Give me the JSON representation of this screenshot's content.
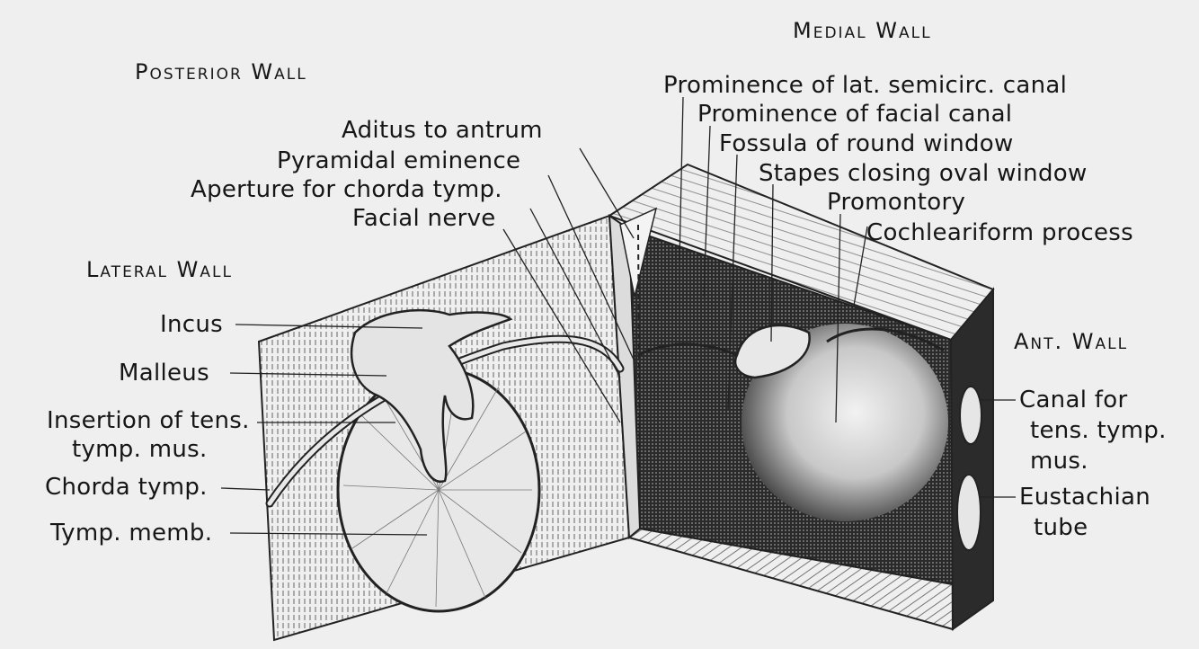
{
  "walls": {
    "posterior": "Posterior Wall",
    "medial": "Medial Wall",
    "lateral": "Lateral Wall",
    "anterior": "Ant. Wall"
  },
  "labels": {
    "aditus": "Aditus to antrum",
    "pyramidal": "Pyramidal eminence",
    "aperture": "Aperture for chorda tymp.",
    "facial_nerve": "Facial nerve",
    "prom_semicirc": "Prominence of lat. semicirc. canal",
    "prom_facial": "Prominence of facial canal",
    "fossula": "Fossula of round window",
    "stapes": "Stapes closing oval window",
    "promontory": "Promontory",
    "cochleariform": "Cochleariform process",
    "incus": "Incus",
    "malleus": "Malleus",
    "insertion_line1": "Insertion of tens.",
    "insertion_line2": "tymp. mus.",
    "chorda": "Chorda tymp.",
    "tymp_memb": "Tymp. memb.",
    "canal_line1": "Canal for",
    "canal_line2": "tens. tymp.",
    "canal_line3": "mus.",
    "eustachian_line1": "Eustachian",
    "eustachian_line2": "tube"
  }
}
